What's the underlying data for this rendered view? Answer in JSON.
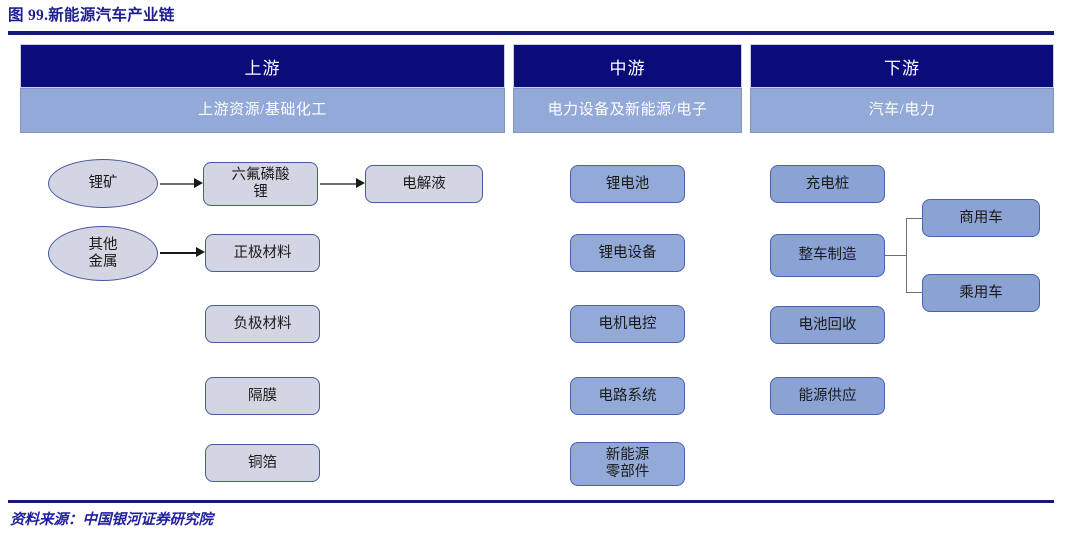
{
  "title": "图 99.新能源汽车产业链",
  "source_note": "资料来源：中国银河证券研究院",
  "colors": {
    "header_dark": "#0b0b7a",
    "header_light": "#93a9d8",
    "upstream_fill": "#d3d5e3",
    "midstream_fill": "#93aad8",
    "downstream_fill": "#8aa3d4",
    "node_border": "#4759a0",
    "rule": "#181878",
    "title_text": "#1f1f8f"
  },
  "columns": [
    {
      "key": "upstream",
      "title": "上游",
      "subtitle": "上游资源/基础化工"
    },
    {
      "key": "midstream",
      "title": "中游",
      "subtitle": "电力设备及新能源/电子"
    },
    {
      "key": "downstream",
      "title": "下游",
      "subtitle": "汽车/电力"
    }
  ],
  "upstream_nodes": {
    "lithium_ore": "锂矿",
    "other_metals": "其他\n金属",
    "lipf6": "六氟磷酸\n锂",
    "electrolyte": "电解液",
    "cathode_material": "正极材料",
    "anode_material": "负极材料",
    "separator": "隔膜",
    "copper_foil": "铜箔"
  },
  "midstream_nodes": {
    "lithium_battery": "锂电池",
    "lithium_equipment": "锂电设备",
    "motor_control": "电机电控",
    "circuit_system": "电路系统",
    "nev_parts": "新能源\n零部件"
  },
  "downstream_nodes": {
    "charging_pile": "充电桩",
    "vehicle_manufacturing": "整车制造",
    "commercial_vehicle": "商用车",
    "passenger_vehicle": "乘用车",
    "battery_recycling": "电池回收",
    "energy_supply": "能源供应"
  },
  "connectors": [
    {
      "name": "lithium-ore-to-lipf6",
      "from": "锂矿",
      "to": "六氟磷酸锂"
    },
    {
      "name": "lipf6-to-electrolyte",
      "from": "六氟磷酸锂",
      "to": "电解液"
    },
    {
      "name": "other-metals-to-cathode",
      "from": "其他金属",
      "to": "正极材料"
    },
    {
      "name": "vehicle-to-commercial",
      "from": "整车制造",
      "to": "商用车"
    },
    {
      "name": "vehicle-to-passenger",
      "from": "整车制造",
      "to": "乘用车"
    }
  ]
}
